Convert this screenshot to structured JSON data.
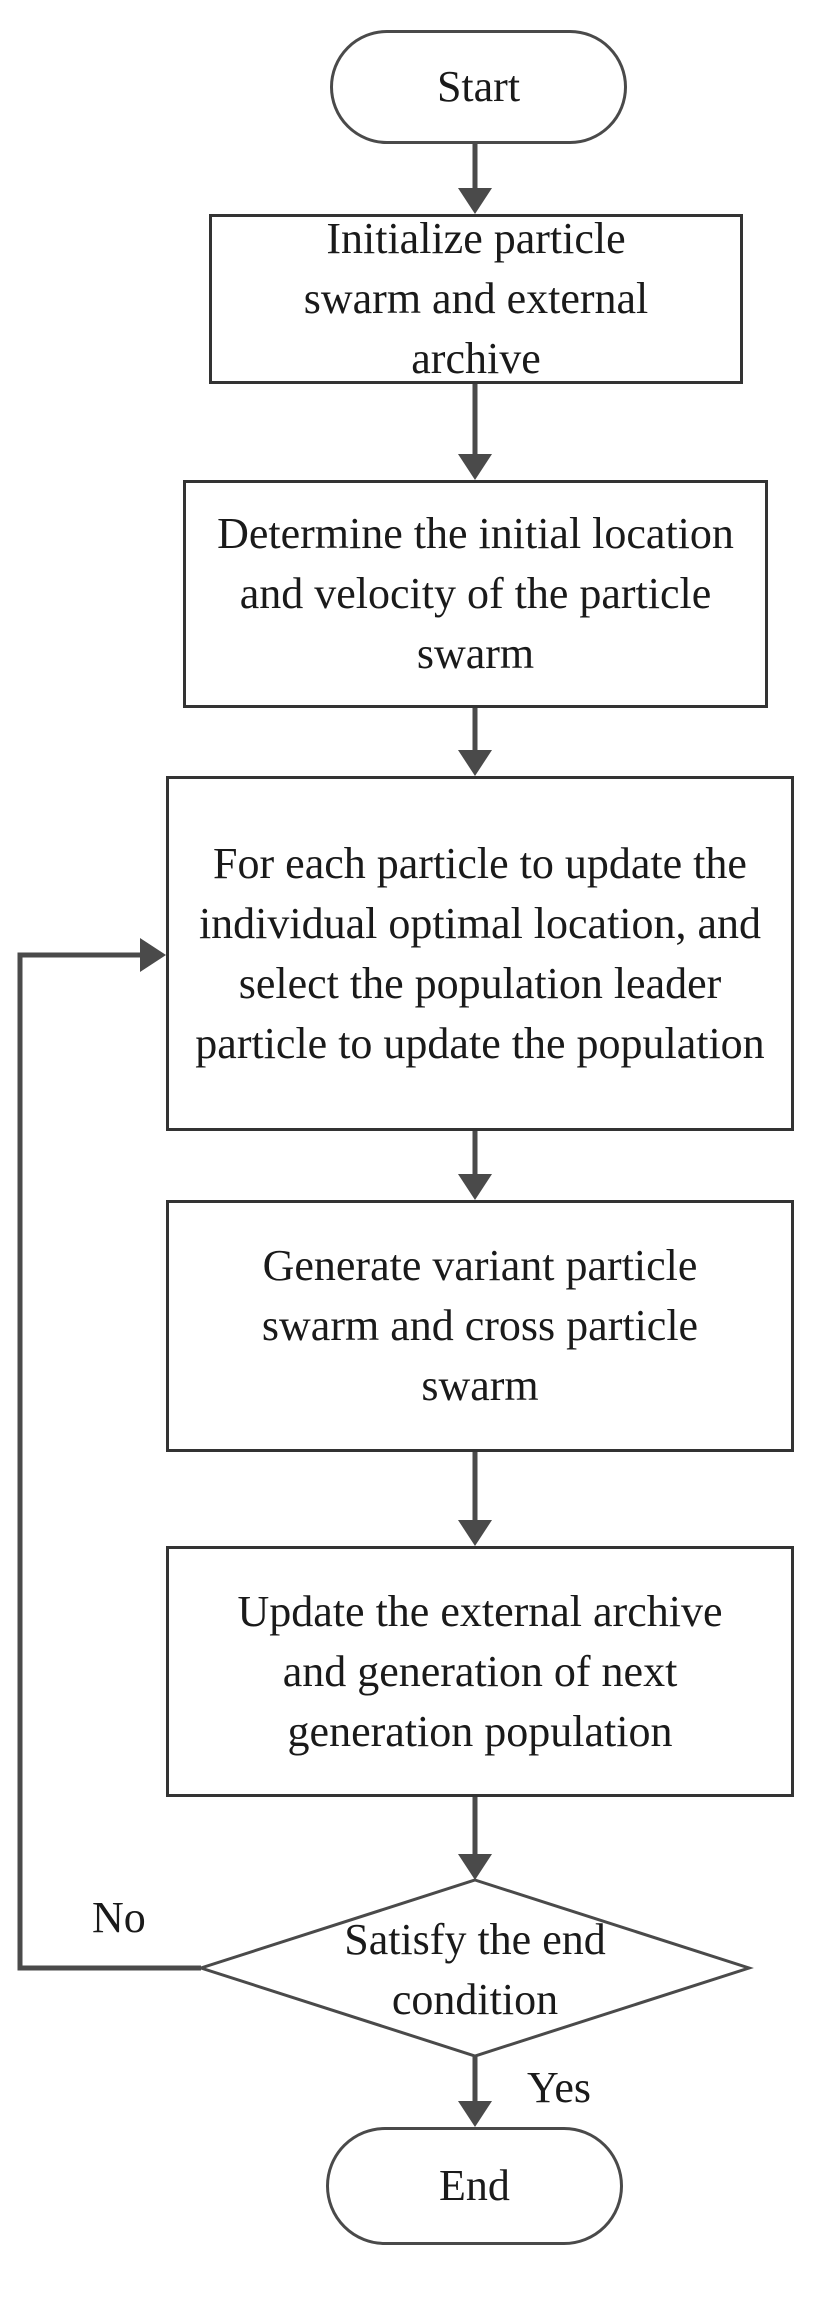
{
  "flowchart": {
    "start": "Start",
    "steps": [
      "Initialize particle swarm and external archive",
      "Determine the initial location and velocity of the particle swarm",
      "For each particle to update the individual optimal location, and select the population leader particle to update the population",
      "Generate variant particle swarm and cross particle swarm",
      "Update the external archive and generation of next generation population"
    ],
    "decision": "Satisfy the end condition",
    "no_label": "No",
    "yes_label": "Yes",
    "end": "End"
  },
  "colors": {
    "line": "#4a4a4a",
    "border": "#333333",
    "text": "#1a1a1a",
    "background": "#ffffff"
  }
}
